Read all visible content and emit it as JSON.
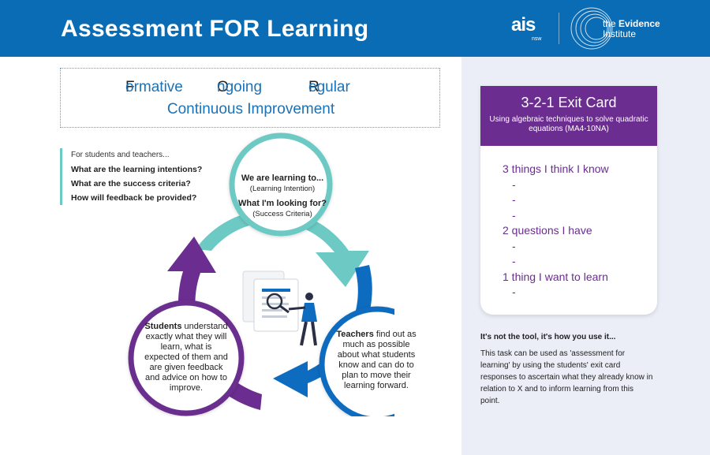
{
  "header": {
    "title": "Assessment FOR Learning",
    "logo_ais": "ais",
    "logo_ais_sub": "nsw",
    "logo_ei_prefix": "the ",
    "logo_ei_bold": "Evidence",
    "logo_ei_suffix": "Institute"
  },
  "foc": {
    "formative_cap": "F",
    "formative_rest": "ormative",
    "ongoing_cap": "O",
    "ongoing_rest": "ngoing",
    "regular_cap": "R",
    "regular_rest": "egular",
    "line2": "Continuous Improvement"
  },
  "intentions": {
    "lead": "For students and teachers...",
    "questions": [
      "What are the learning intentions?",
      "What are the success criteria?",
      "How will feedback be provided?"
    ]
  },
  "cycle": {
    "top": {
      "line1": "We are learning to...",
      "line2": "(Learning Intention)",
      "line3": "What I'm looking for?",
      "line4": "(Success Criteria)"
    },
    "left": {
      "bold": "Students",
      "rest": "understand exactly what they will learn, what is expected of them and are given feedback and advice on how to improve."
    },
    "right": {
      "bold": "Teachers",
      "rest": "find out as much as possible about what students know and can do to plan to move their learning forward."
    },
    "colors": {
      "teal": "#6cc9c4",
      "blue": "#0d6cbf",
      "purple": "#6b2d8f"
    }
  },
  "exit_card": {
    "title": "3-2-1 Exit Card",
    "subtitle": "Using algebraic techniques to solve quadratic equations (MA4-10NA)",
    "section1": "3 things I think I know",
    "section2": "2 questions I have",
    "section3": "1 thing I want to learn",
    "dash": "-"
  },
  "note": {
    "heading": "It's not the tool, it's how you use it...",
    "body": "This task can be used as 'assessment for learning' by using the students' exit card responses to ascertain what they already know in relation to X and to inform learning from this point."
  }
}
